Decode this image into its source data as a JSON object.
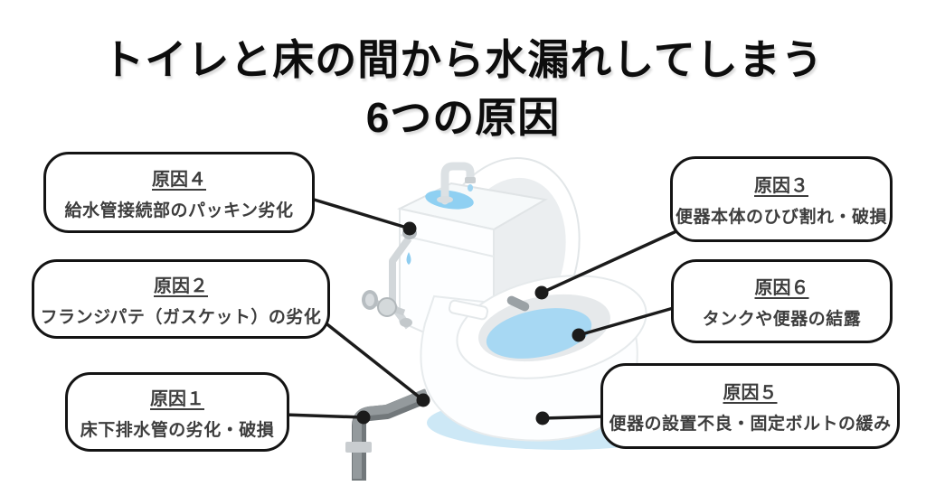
{
  "title": {
    "line1": "トイレと床の間から水漏れしてしまう",
    "line2": "6つの原因"
  },
  "callouts": [
    {
      "id": "cause4",
      "label": "原因４",
      "description": "給水管接続部のパッキン劣化"
    },
    {
      "id": "cause2",
      "label": "原因２",
      "description": "フランジパテ（ガスケット）の劣化"
    },
    {
      "id": "cause1",
      "label": "原因１",
      "description": "床下排水管の劣化・破損"
    },
    {
      "id": "cause3",
      "label": "原因３",
      "description": "便器本体のひび割れ・破損"
    },
    {
      "id": "cause6",
      "label": "原因６",
      "description": "タンクや便器の結露"
    },
    {
      "id": "cause5",
      "label": "原因５",
      "description": "便器の設置不良・固定ボルトの緩み"
    }
  ],
  "illustration": {
    "subject": "isometric-toilet-with-supply-and-drain-pipes",
    "colors": {
      "outline": "#141414",
      "toilet_body": "#fdfeff",
      "toilet_shadow": "#e6eaec",
      "bowl_water": "#a7d8f3",
      "floor_puddle": "#cde8f6",
      "drain_pipe": "#949a9d",
      "drain_pipe_dark": "#72787b",
      "supply_pipe": "#d2d7da",
      "text": "#3d3d3d"
    }
  }
}
